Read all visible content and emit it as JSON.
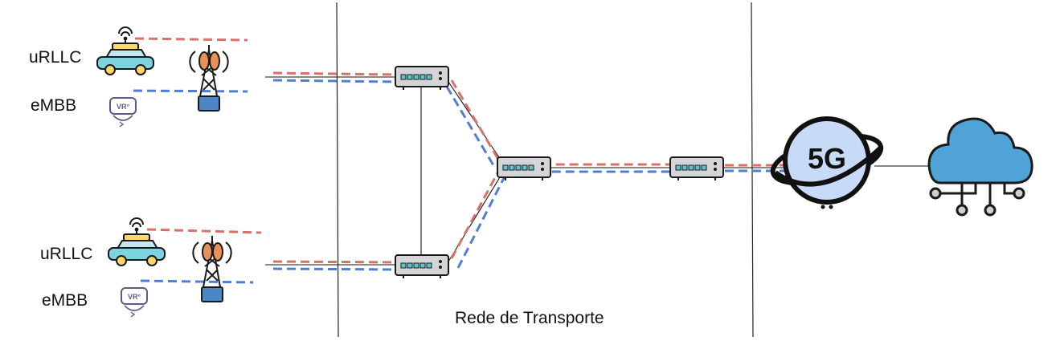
{
  "labels": {
    "urllc_top": "uRLLC",
    "embb_top": "eMBB",
    "urllc_bottom": "uRLLC",
    "embb_bottom": "eMBB",
    "transport_network": "Rede de Transporte"
  },
  "icons": {
    "vr_text": "VR°",
    "core_text": "5G"
  },
  "colors": {
    "urllc_flow": "#d9706a",
    "embb_flow": "#4f7fd4",
    "antenna": "#e8915a",
    "tower_base": "#4d86c6",
    "car_body": "#7fd3e0",
    "car_roof": "#ffd66b",
    "switch_body": "#d5d5d8",
    "switch_port": "#58c7d4",
    "globe": "#c7dbf6",
    "cloud": "#4fa3d6"
  }
}
